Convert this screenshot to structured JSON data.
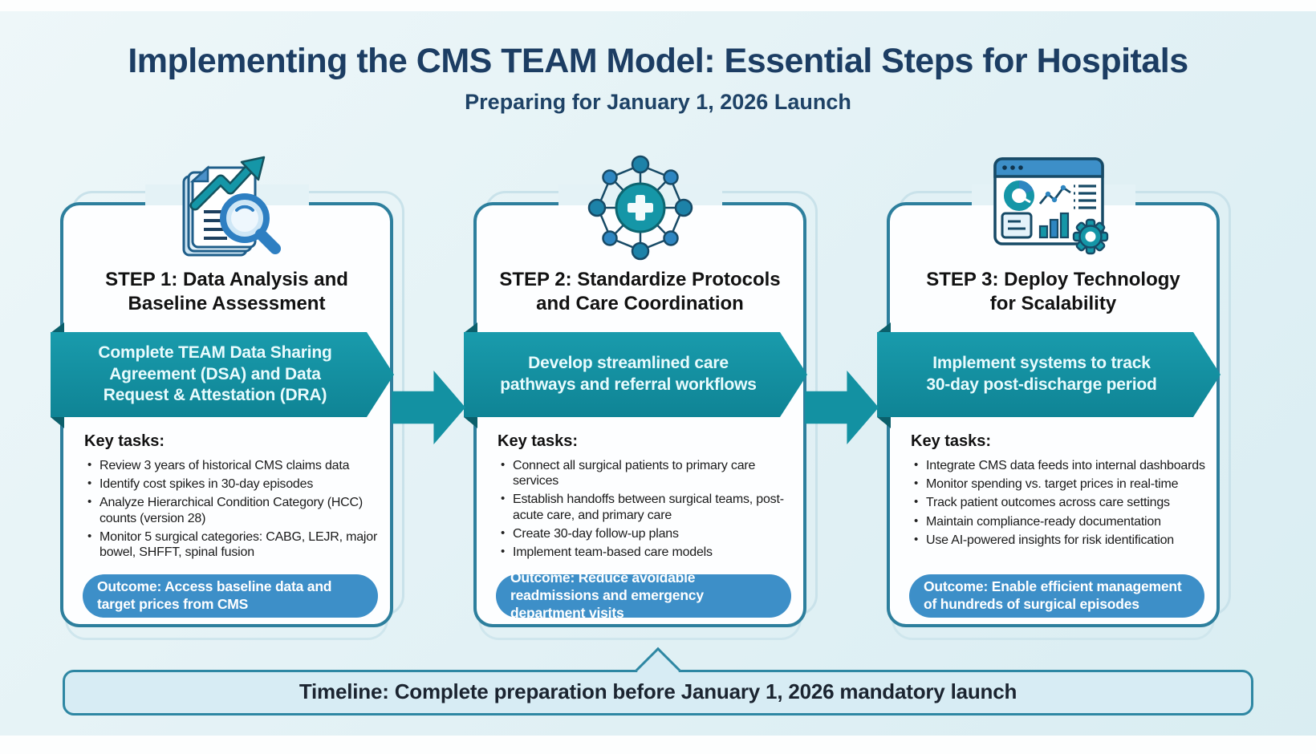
{
  "page": {
    "title": "Implementing the CMS TEAM Model: Essential Steps for Hospitals",
    "subtitle": "Preparing for January 1, 2026 Launch",
    "timeline": "Timeline: Complete preparation before January 1, 2026 mandatory launch"
  },
  "colors": {
    "page_background": "#e2f1f5",
    "title_navy": "#1c3d63",
    "card_border_teal": "#2d7f9d",
    "ribbon_teal": "#1596a7",
    "ribbon_fold_dark": "#0b5f6b",
    "outcome_blue": "#3d8fc8",
    "arrow_teal": "#1391a2",
    "timeline_fill": "#d7ecf4",
    "timeline_border": "#2e87a3"
  },
  "steps": [
    {
      "icon": "document-magnifier-trend-icon",
      "title_lines": [
        "STEP 1: Data Analysis and",
        "Baseline Assessment"
      ],
      "ribbon_lines": [
        "Complete TEAM Data Sharing",
        "Agreement (DSA) and Data",
        "Request & Attestation (DRA)"
      ],
      "tasks_label": "Key tasks:",
      "tasks": [
        "Review 3 years of historical CMS claims data",
        "Identify cost spikes in 30-day episodes",
        "Analyze Hierarchical Condition Category (HCC) counts (version 28)",
        "Monitor 5 surgical categories: CABG, LEJR, major bowel, SHFFT, spinal fusion"
      ],
      "outcome": "Outcome: Access baseline data and target prices from CMS"
    },
    {
      "icon": "care-network-cross-icon",
      "title_lines": [
        "STEP 2: Standardize Protocols",
        "and Care Coordination"
      ],
      "ribbon_lines": [
        "Develop streamlined care",
        "pathways and referral workflows"
      ],
      "tasks_label": "Key tasks:",
      "tasks": [
        "Connect all surgical patients to primary care services",
        "Establish handoffs between surgical teams, post-acute care, and primary care",
        "Create 30-day follow-up plans",
        "Implement team-based care models"
      ],
      "outcome": "Outcome: Reduce avoidable readmissions and emergency department visits"
    },
    {
      "icon": "analytics-dashboard-gear-icon",
      "title_lines": [
        "STEP 3: Deploy Technology",
        "for Scalability"
      ],
      "ribbon_lines": [
        "Implement systems to track",
        "30-day post-discharge period"
      ],
      "tasks_label": "Key tasks:",
      "tasks": [
        "Integrate CMS data feeds into internal dashboards",
        "Monitor spending vs. target prices in real-time",
        "Track patient outcomes across care settings",
        "Maintain compliance-ready documentation",
        "Use AI-powered insights for risk identification"
      ],
      "outcome": "Outcome: Enable efficient management of hundreds of surgical episodes"
    }
  ]
}
